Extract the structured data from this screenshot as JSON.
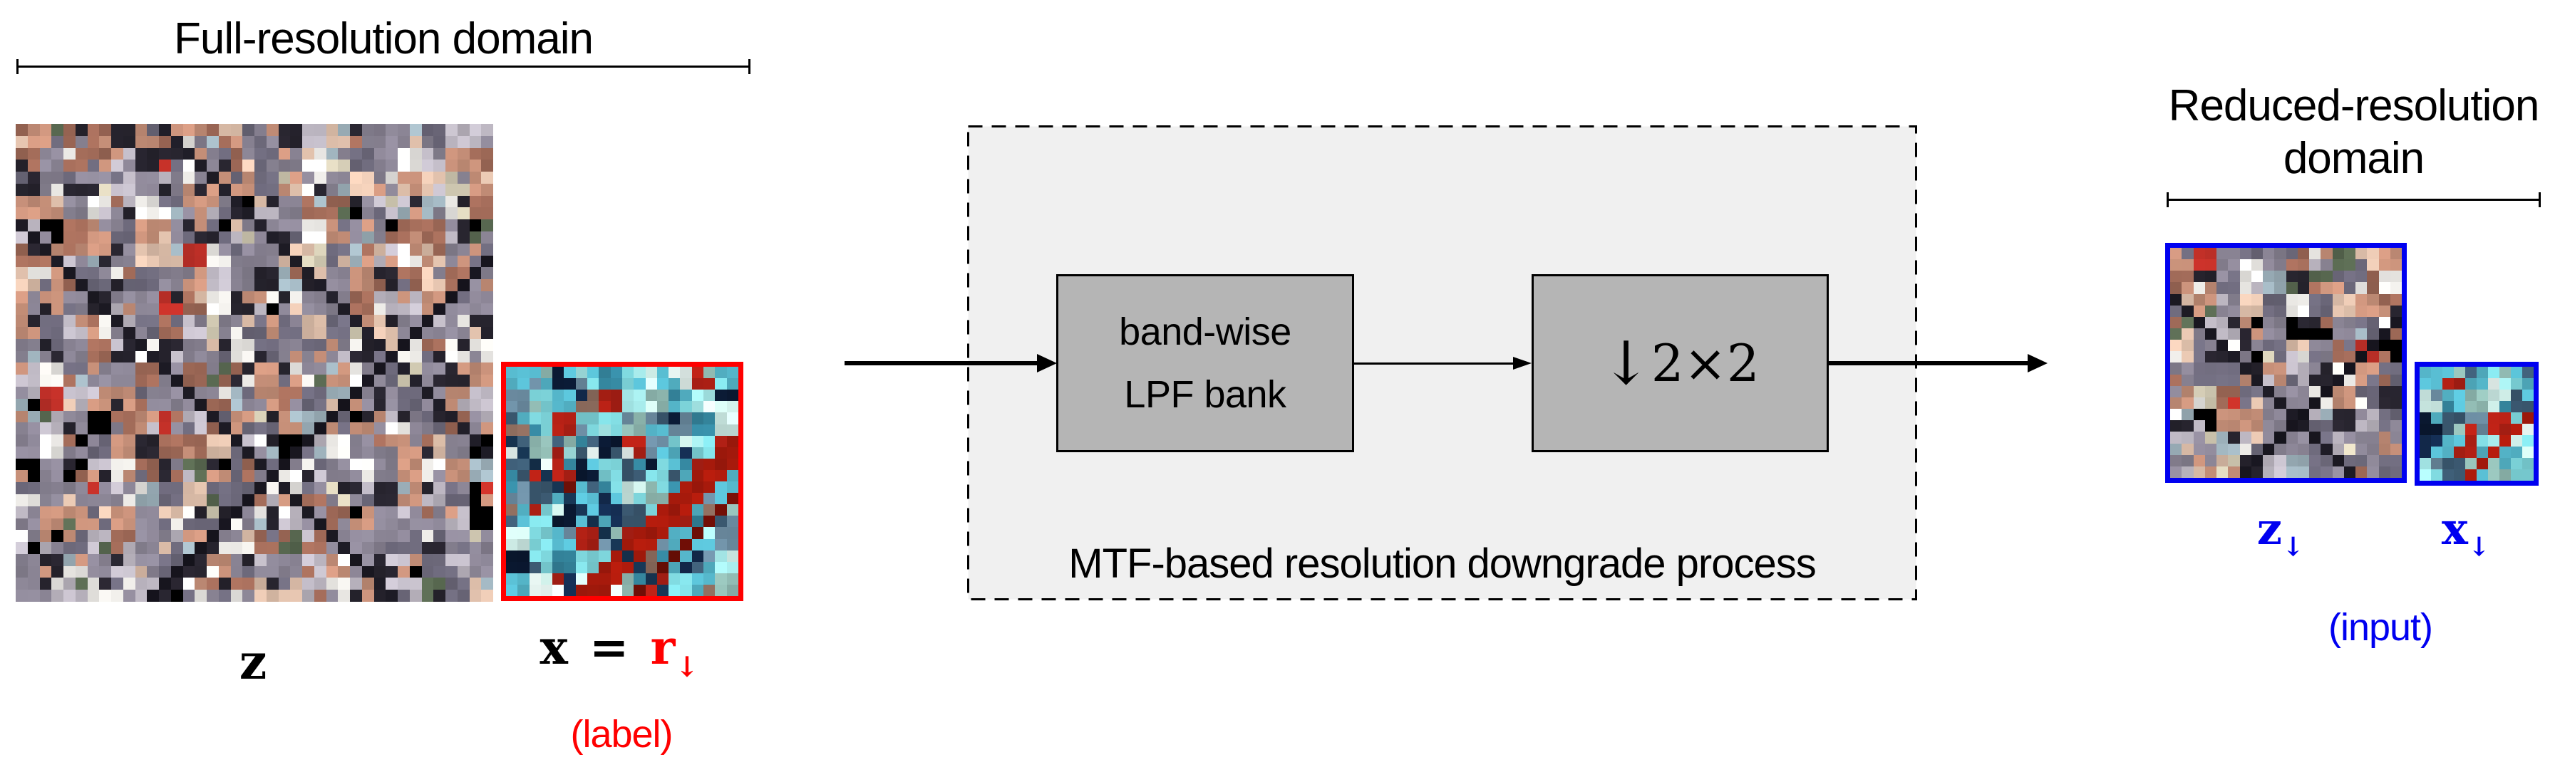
{
  "full_res": {
    "title": "Full-resolution domain",
    "z_label": "z",
    "x_sym": "x",
    "eq_sym": "=",
    "r_sym": "r",
    "down_arrow": "↓",
    "sublabel": "(label)"
  },
  "process": {
    "caption": "MTF-based resolution downgrade process",
    "box1_line1": "band-wise",
    "box1_line2": "LPF bank",
    "box2_arrow": "↓",
    "box2_text": "2×2"
  },
  "reduced_res": {
    "title_line1": "Reduced-resolution",
    "title_line2": "domain",
    "z_label": "z",
    "x_label": "x",
    "down_arrow": "↓",
    "sublabel": "(input)"
  },
  "colors": {
    "ink": "#000000",
    "label_red": "#ff0000",
    "label_blue": "#0000f0",
    "process_fill": "#f0f0f0",
    "block_fill": "#b5b5b5",
    "red_border": "#ff0000",
    "blue_border": "#0000f0"
  },
  "icons": {
    "down_arrow": "↓",
    "arrowhead_right": "►"
  },
  "images": {
    "z_full": {
      "grid": 40,
      "seed": 11,
      "palette": [
        [
          "#8a8494",
          22
        ],
        [
          "#6e6a7c",
          14
        ],
        [
          "#bfb9c4",
          8
        ],
        [
          "#c8917a",
          14
        ],
        [
          "#a06a58",
          8
        ],
        [
          "#e3c3ae",
          7
        ],
        [
          "#f0eeea",
          8
        ],
        [
          "#27242e",
          12
        ],
        [
          "#000000",
          3
        ],
        [
          "#9fb3bd",
          3
        ],
        [
          "#5a6a52",
          2
        ],
        [
          "#d8d0b8",
          2
        ],
        [
          "#c03028",
          1
        ]
      ],
      "streaks": [
        {
          "type": "diff",
          "t": -8,
          "w": 0.9,
          "color": "#1b1922"
        },
        {
          "type": "diff",
          "t": 12,
          "w": 0.8,
          "color": "#201e28"
        },
        {
          "type": "sum",
          "t": 50,
          "w": 0.9,
          "color": "#17151e"
        }
      ]
    },
    "x_full": {
      "grid": 20,
      "seed": 23,
      "palette": [
        [
          "#56b8cc",
          18
        ],
        [
          "#7fd8de",
          14
        ],
        [
          "#35869e",
          10
        ],
        [
          "#a8ecec",
          8
        ],
        [
          "#cfeee8",
          6
        ],
        [
          "#142c50",
          7
        ],
        [
          "#0a1830",
          3
        ],
        [
          "#6b8ba0",
          8
        ],
        [
          "#8fb8b0",
          6
        ],
        [
          "#b02015",
          5
        ],
        [
          "#701008",
          3
        ],
        [
          "#3c5a72",
          6
        ],
        [
          "#e8f6f2",
          4
        ],
        [
          "#88685a",
          2
        ]
      ],
      "streaks": [
        {
          "type": "sum",
          "t": 26,
          "w": 1.1,
          "color": "#a81a0c"
        },
        {
          "type": "sum",
          "t": 30,
          "w": 0.7,
          "color": "#6e0e06"
        },
        {
          "type": "diff",
          "t": -6,
          "w": 0.7,
          "color": "#16324e"
        }
      ]
    },
    "z_reduced": {
      "grid": 20,
      "seed": 37,
      "palette": [
        [
          "#8a8494",
          22
        ],
        [
          "#6e6a7c",
          14
        ],
        [
          "#bfb9c4",
          8
        ],
        [
          "#c8917a",
          14
        ],
        [
          "#a06a58",
          8
        ],
        [
          "#e3c3ae",
          7
        ],
        [
          "#f0eeea",
          8
        ],
        [
          "#27242e",
          12
        ],
        [
          "#000000",
          3
        ],
        [
          "#9fb3bd",
          3
        ],
        [
          "#5a6a52",
          2
        ],
        [
          "#d8d0b8",
          2
        ],
        [
          "#c03028",
          1
        ]
      ],
      "streaks": [
        {
          "type": "diff",
          "t": -4,
          "w": 0.7,
          "color": "#1b1922"
        },
        {
          "type": "sum",
          "t": 25,
          "w": 0.7,
          "color": "#17151e"
        }
      ]
    },
    "x_reduced": {
      "grid": 10,
      "seed": 53,
      "palette": [
        [
          "#56b8cc",
          18
        ],
        [
          "#7fd8de",
          14
        ],
        [
          "#35869e",
          10
        ],
        [
          "#a8ecec",
          8
        ],
        [
          "#cfeee8",
          6
        ],
        [
          "#142c50",
          7
        ],
        [
          "#0a1830",
          3
        ],
        [
          "#6b8ba0",
          8
        ],
        [
          "#8fb8b0",
          6
        ],
        [
          "#b02015",
          5
        ],
        [
          "#701008",
          3
        ],
        [
          "#3c5a72",
          6
        ],
        [
          "#e8f6f2",
          4
        ]
      ],
      "streaks": [
        {
          "type": "sum",
          "t": 13,
          "w": 0.8,
          "color": "#a81a0c"
        }
      ]
    }
  }
}
